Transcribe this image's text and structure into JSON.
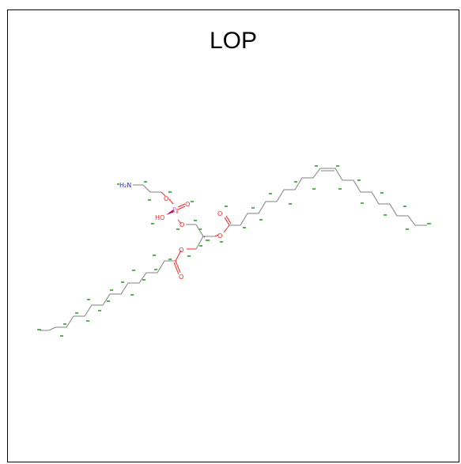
{
  "figure": {
    "title": "LOP"
  },
  "colors": {
    "carbon_bond": "#808080",
    "oxygen": "#ff2020",
    "nitrogen": "#2020ff",
    "phosphorus": "#ff40ff",
    "stereo_wedge": "#d00060",
    "atom_tag": "#58b058",
    "frame": "#000000"
  },
  "labels": {
    "amine": "H₂N",
    "phosphate_oh": "HO",
    "phosphorus": "P",
    "oxygen": "O"
  }
}
